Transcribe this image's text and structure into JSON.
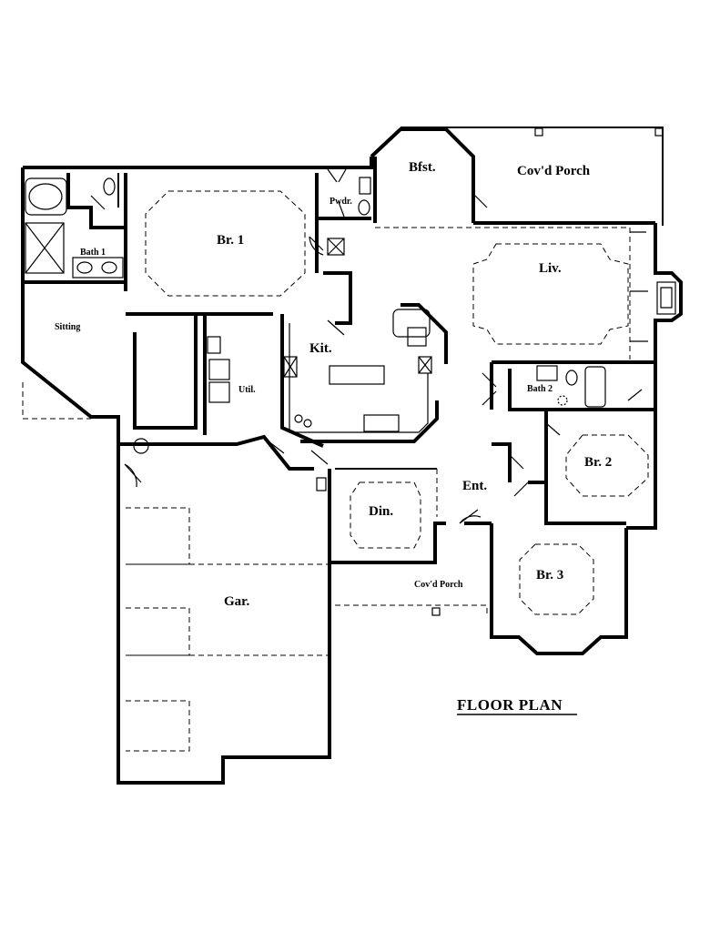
{
  "rooms": {
    "bfst": "Bfst.",
    "covd_porch_rear": "Cov'd Porch",
    "pwdr": "Pwdr.",
    "br1": "Br. 1",
    "bath1": "Bath 1",
    "sitting": "Sitting",
    "liv": "Liv.",
    "kit": "Kit.",
    "util": "Util.",
    "bath2": "Bath 2",
    "br2": "Br. 2",
    "ent": "Ent.",
    "din": "Din.",
    "br3": "Br. 3",
    "covd_porch_front": "Cov'd Porch",
    "gar": "Gar."
  },
  "title": "FLOOR PLAN"
}
